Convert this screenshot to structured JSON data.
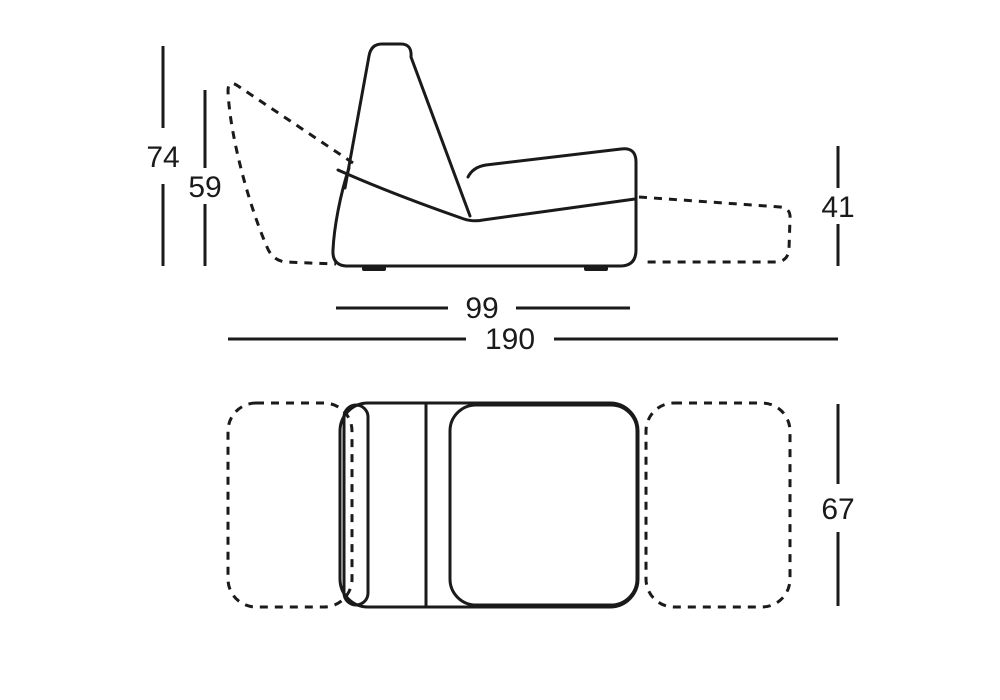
{
  "diagram": {
    "background": "#ffffff",
    "line_color": "#1a1a1a",
    "labels": {
      "backrest_height": "74",
      "reclined_backrest_height": "59",
      "extension_height": "41",
      "seat_width": "99",
      "overall_width": "190",
      "depth": "67"
    }
  }
}
